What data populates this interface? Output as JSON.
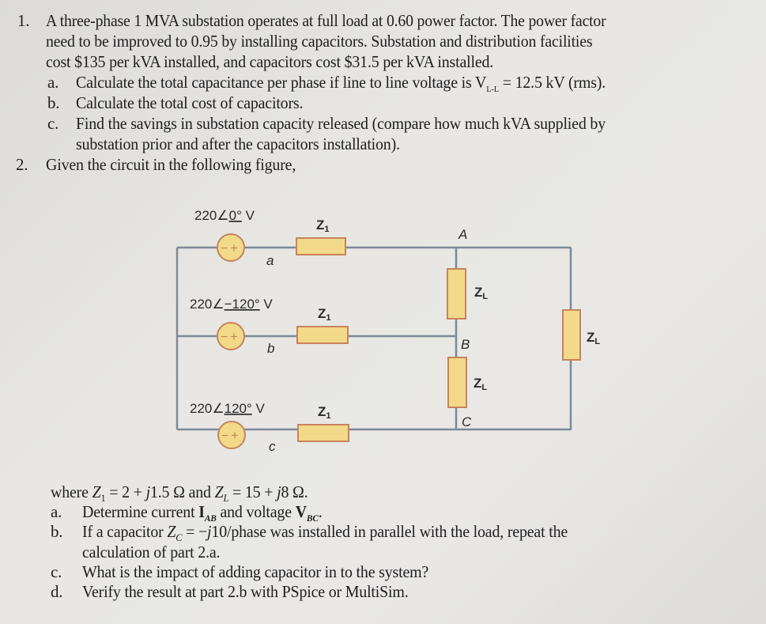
{
  "problem1": {
    "number": "1.",
    "lines": [
      "A three-phase 1 MVA substation operates at full load at 0.60 power factor. The power factor",
      "need to be improved to 0.95 by installing capacitors. Substation and distribution facilities",
      "cost $135 per kVA installed, and capacitors cost $31.5 per kVA installed."
    ],
    "parts": [
      {
        "label": "a.",
        "text": "Calculate the total capacitance per phase if line to line voltage is V",
        "sub": "L-L",
        "tail": " = 12.5 kV (rms)."
      },
      {
        "label": "b.",
        "text": "Calculate the total cost of capacitors."
      },
      {
        "label": "c.",
        "text": "Find the savings in substation capacity released (compare how much kVA supplied by",
        "text2": "substation prior and after the capacitors installation)."
      }
    ]
  },
  "problem2": {
    "number": "2.",
    "intro": "Given the circuit in the following figure,",
    "circuit": {
      "sources": [
        {
          "label": "220",
          "angle": "0°",
          "unit": " V",
          "node": "a"
        },
        {
          "label": "220",
          "angle": "−120°",
          "unit": " V",
          "node": "b"
        },
        {
          "label": "220",
          "angle": "120°",
          "unit": " V",
          "node": "c"
        }
      ],
      "line_impedance": "Z",
      "line_impedance_sub": "1",
      "load_impedance": "Z",
      "load_impedance_sub": "L",
      "load_nodes": [
        "A",
        "B",
        "C"
      ],
      "colors": {
        "wire": "#7d8a96",
        "component_fill": "#f3d98a",
        "component_stroke": "#c7845a"
      }
    },
    "where": {
      "prefix": "where ",
      "z1": "Z",
      "z1_sub": "1",
      "z1_value": " = 2 + ",
      "z1_j": "j",
      "z1_rest": "1.5 Ω and ",
      "zl": "Z",
      "zl_sub": "L",
      "zl_value": " = 15 + ",
      "zl_j": "j",
      "zl_rest": "8 Ω."
    },
    "parts": [
      {
        "label": "a.",
        "text_pre": "Determine current ",
        "i": "I",
        "i_sub": "AB",
        "mid": " and voltage ",
        "v": "V",
        "v_sub": "BC",
        "end": "."
      },
      {
        "label": "b.",
        "text_pre": "If a capacitor ",
        "zc": "Z",
        "zc_sub": "C",
        "text_mid": " = −",
        "j": "j",
        "text_end": "10/phase was installed in parallel with the load, repeat the",
        "text2": "calculation of part 2.a."
      },
      {
        "label": "c.",
        "text": "What is the impact of adding capacitor in to the system?"
      },
      {
        "label": "d.",
        "text": "Verify the result at part 2.b with PSpice or MultiSim."
      }
    ]
  }
}
